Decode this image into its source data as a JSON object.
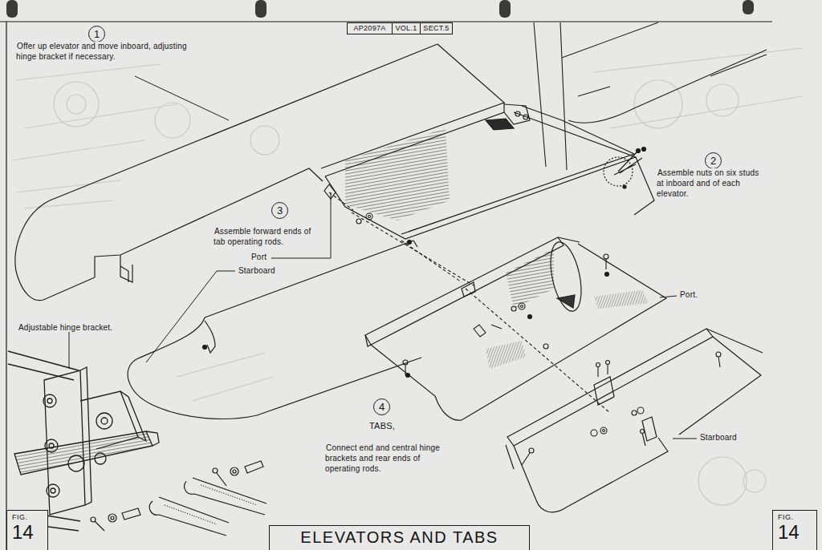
{
  "diagram": {
    "title": "ELEVATORS AND TABS",
    "nodes": [
      {
        "text": [
          "AP2097A"
        ]
      },
      {
        "text": [
          "VOL.1"
        ]
      },
      {
        "text": [
          "SECT.5"
        ]
      },
      {
        "text": [
          "1"
        ]
      },
      {
        "text": [
          "2"
        ]
      },
      {
        "text": [
          "3"
        ]
      },
      {
        "text": [
          "4"
        ]
      },
      {
        "text": [
          "FIG.",
          "14"
        ]
      },
      {
        "text": [
          "FIG.",
          "14"
        ]
      }
    ],
    "labels": [
      "Offer up elevator and move inboard, adjusting hinge bracket if necessary.",
      "Assemble nuts on six studs at inboard and of each elevator.",
      "Assemble forward ends of tab operating rods.",
      "Port",
      "Starboard",
      "Adjustable hinge bracket.",
      "TABS,",
      "Connect end and central hinge brackets and rear ends of operating rods.",
      "Port.",
      "Starboard"
    ]
  }
}
